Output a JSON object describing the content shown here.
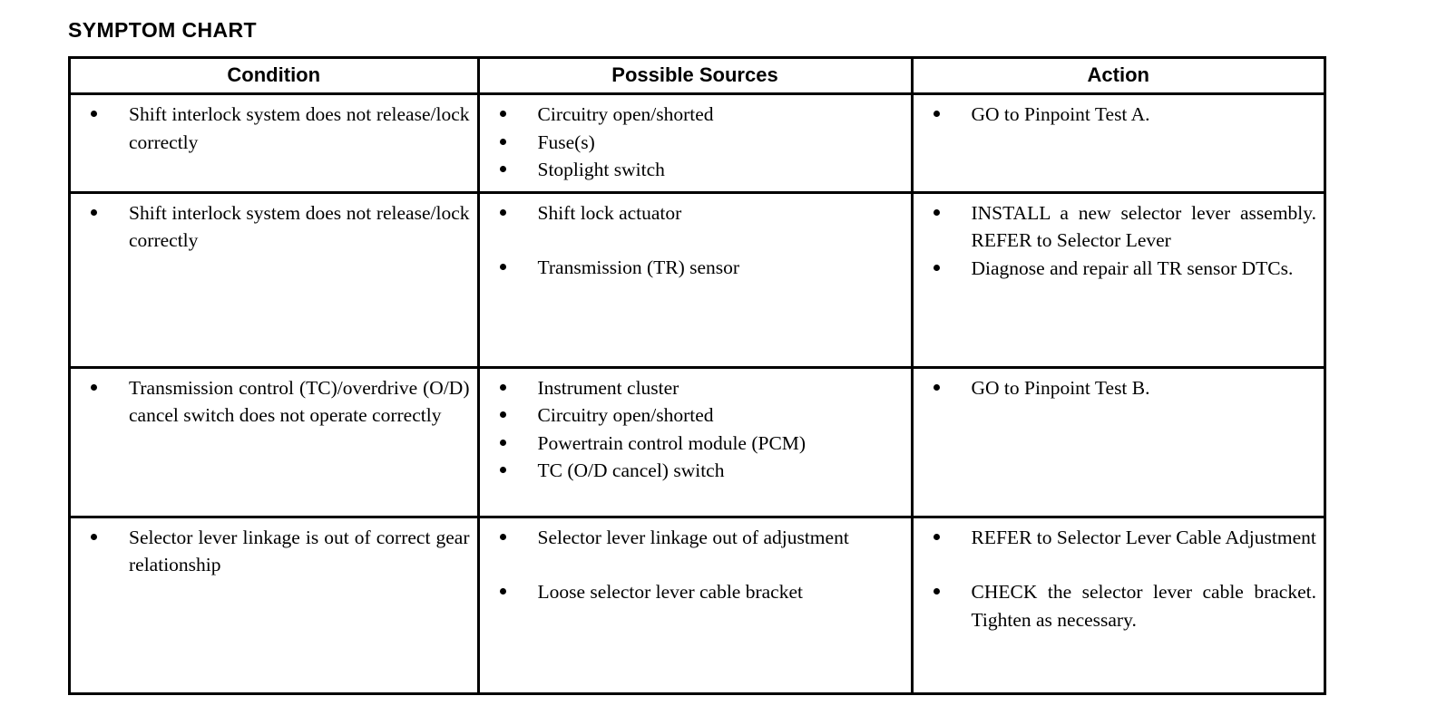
{
  "title": "SYMPTOM CHART",
  "table": {
    "headers": {
      "condition": "Condition",
      "possible_sources": "Possible Sources",
      "action": "Action"
    },
    "rows": [
      {
        "condition": [
          "Shift interlock system does not release/lock correctly"
        ],
        "possible_sources": [
          "Circuitry open/shorted",
          "Fuse(s)",
          "Stoplight switch"
        ],
        "action": [
          "GO to Pinpoint Test A."
        ]
      },
      {
        "condition": [
          "Shift interlock system does not release/lock correctly"
        ],
        "possible_sources": [
          "Shift lock actuator",
          "Transmission (TR) sensor"
        ],
        "action": [
          "INSTALL a new selector lever assembly. REFER to Selector Lever",
          "Diagnose and repair all TR sensor DTCs."
        ]
      },
      {
        "condition": [
          "Transmission control (TC)/overdrive (O/D) cancel switch does not operate correctly"
        ],
        "possible_sources": [
          "Instrument cluster",
          "Circuitry open/shorted",
          "Powertrain control module (PCM)",
          "TC (O/D cancel) switch"
        ],
        "action": [
          "GO to Pinpoint Test B."
        ]
      },
      {
        "condition": [
          "Selector lever linkage is out of correct gear relationship"
        ],
        "possible_sources": [
          "Selector lever linkage out of adjustment",
          "Loose selector lever cable bracket"
        ],
        "action": [
          "REFER to Selector Lever Cable Adjustment",
          "CHECK the selector lever cable bracket. Tighten as necessary."
        ]
      }
    ]
  },
  "colors": {
    "text": "#000000",
    "background": "#ffffff",
    "border": "#000000"
  }
}
